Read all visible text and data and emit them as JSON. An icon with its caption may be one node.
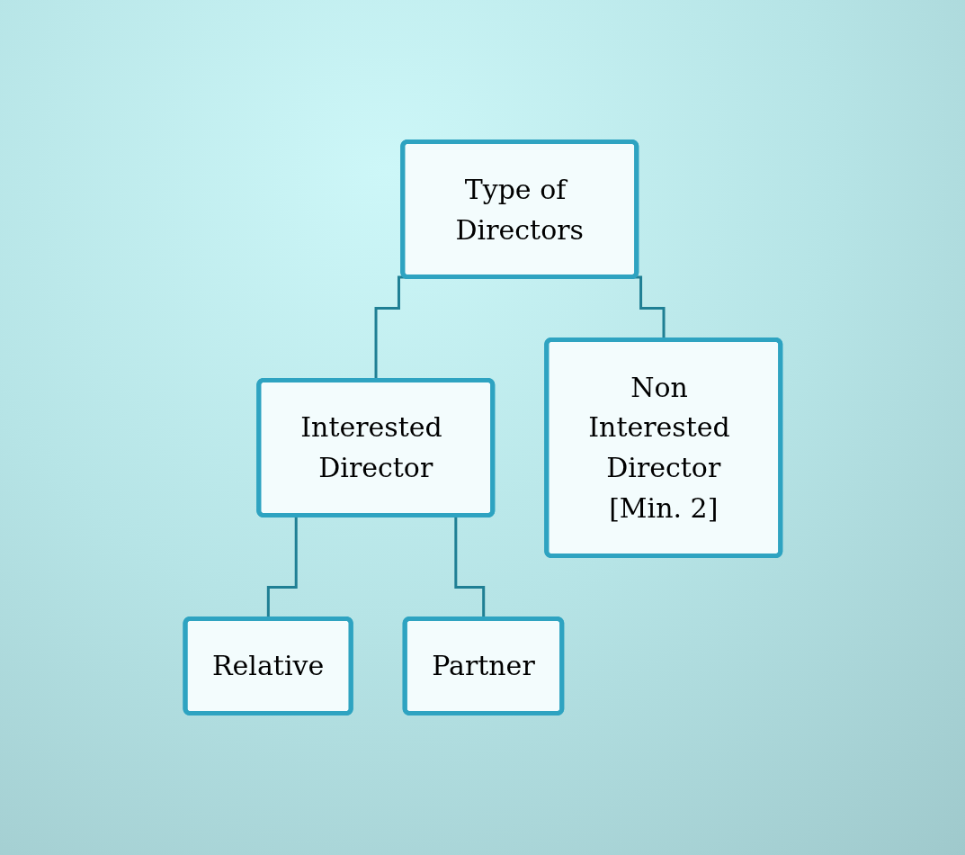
{
  "diagram": {
    "nodes": [
      {
        "text": [
          "Type of Directors"
        ]
      },
      {
        "text": [
          "Interested Director"
        ]
      },
      {
        "text": [
          "Non Interested Director",
          "[Min. 2]"
        ]
      },
      {
        "text": [
          "Relative"
        ]
      },
      {
        "text": [
          "Partner"
        ]
      }
    ],
    "edges": [
      {
        "from": 0,
        "to": 1,
        "arrow": "none"
      },
      {
        "from": 0,
        "to": 2,
        "arrow": "none"
      },
      {
        "from": 1,
        "to": 3,
        "arrow": "none"
      },
      {
        "from": 1,
        "to": 4,
        "arrow": "none"
      }
    ]
  }
}
